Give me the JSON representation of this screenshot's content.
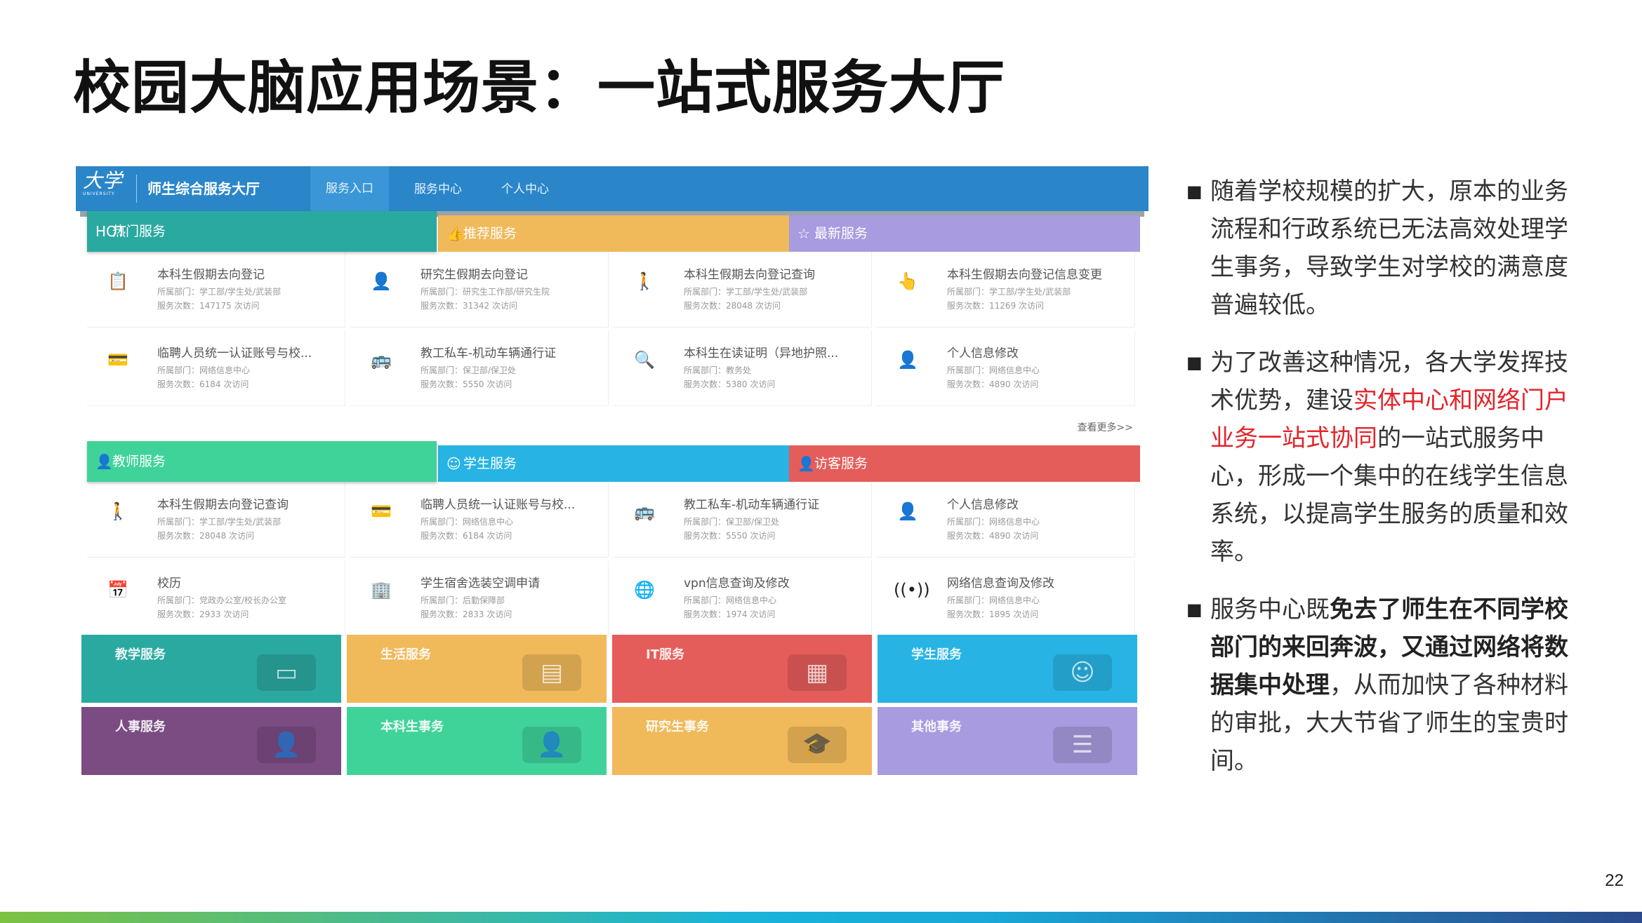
{
  "slide": {
    "title": "校园大脑应用场景：一站式服务大厅",
    "page_number": "22"
  },
  "portal": {
    "logo_text": "大学",
    "logo_sub": "UNIVERSITY",
    "title": "师生综合服务大厅",
    "nav_tabs": [
      "服务入口",
      "服务中心",
      "个人中心"
    ],
    "top_tabs": [
      {
        "label": "热门服务",
        "icon_text": "HOT",
        "color": "#2aa9a1"
      },
      {
        "label": "推荐服务",
        "icon_text": "👍",
        "color": "#f0b95a"
      },
      {
        "label": "最新服务",
        "icon_text": "☆",
        "color": "#a89be0"
      }
    ],
    "top_services": [
      {
        "name": "本科生假期去向登记",
        "dept": "所属部门：学工部/学生处/武装部",
        "count": "服务次数：147175 次访问",
        "icon": "📋"
      },
      {
        "name": "研究生假期去向登记",
        "dept": "所属部门：研究生工作部/研究生院",
        "count": "服务次数：31342 次访问",
        "icon": "👤"
      },
      {
        "name": "本科生假期去向登记查询",
        "dept": "所属部门：学工部/学生处/武装部",
        "count": "服务次数：28048 次访问",
        "icon": "🚶"
      },
      {
        "name": "本科生假期去向登记信息变更",
        "dept": "所属部门：学工部/学生处/武装部",
        "count": "服务次数：11269 次访问",
        "icon": "👆"
      },
      {
        "name": "临聘人员统一认证账号与校...",
        "dept": "所属部门：网络信息中心",
        "count": "服务次数：6184 次访问",
        "icon": "💳"
      },
      {
        "name": "教工私车-机动车辆通行证",
        "dept": "所属部门：保卫部/保卫处",
        "count": "服务次数：5550 次访问",
        "icon": "🚌"
      },
      {
        "name": "本科生在读证明（异地护照...",
        "dept": "所属部门：教务处",
        "count": "服务次数：5380 次访问",
        "icon": "🔍"
      },
      {
        "name": "个人信息修改",
        "dept": "所属部门：网络信息中心",
        "count": "服务次数：4890 次访问",
        "icon": "👤"
      }
    ],
    "more_link": "查看更多>>",
    "bottom_tabs": [
      {
        "label": "教师服务",
        "icon_text": "👤",
        "color": "#3fd39a"
      },
      {
        "label": "学生服务",
        "icon_text": "☺",
        "color": "#27b4e4"
      },
      {
        "label": "访客服务",
        "icon_text": "👤",
        "color": "#e45d5a"
      }
    ],
    "bottom_services": [
      {
        "name": "本科生假期去向登记查询",
        "dept": "所属部门：学工部/学生处/武装部",
        "count": "服务次数：28048 次访问",
        "icon": "🚶"
      },
      {
        "name": "临聘人员统一认证账号与校...",
        "dept": "所属部门：网络信息中心",
        "count": "服务次数：6184 次访问",
        "icon": "💳"
      },
      {
        "name": "教工私车-机动车辆通行证",
        "dept": "所属部门：保卫部/保卫处",
        "count": "服务次数：5550 次访问",
        "icon": "🚌"
      },
      {
        "name": "个人信息修改",
        "dept": "所属部门：网络信息中心",
        "count": "服务次数：4890 次访问",
        "icon": "👤"
      },
      {
        "name": "校历",
        "dept": "所属部门：党政办公室/校长办公室",
        "count": "服务次数：2933 次访问",
        "icon": "📅"
      },
      {
        "name": "学生宿舍选装空调申请",
        "dept": "所属部门：后勤保障部",
        "count": "服务次数：2833 次访问",
        "icon": "🏢"
      },
      {
        "name": "vpn信息查询及修改",
        "dept": "所属部门：网络信息中心",
        "count": "服务次数：1974 次访问",
        "icon": "🌐"
      },
      {
        "name": "网络信息查询及修改",
        "dept": "所属部门：网络信息中心",
        "count": "服务次数：1895 次访问",
        "icon": "((•))"
      }
    ],
    "tiles": [
      {
        "label": "教学服务",
        "color": "#2aa9a1",
        "icon": "▭"
      },
      {
        "label": "生活服务",
        "color": "#f0b95a",
        "icon": "▤"
      },
      {
        "label": "IT服务",
        "color": "#e45d5a",
        "icon": "▦"
      },
      {
        "label": "学生服务",
        "color": "#27b4e4",
        "icon": "☺"
      },
      {
        "label": "人事服务",
        "color": "#7a4c82",
        "icon": "👤"
      },
      {
        "label": "本科生事务",
        "color": "#3fd39a",
        "icon": "👤"
      },
      {
        "label": "研究生事务",
        "color": "#f0b95a",
        "icon": "🎓"
      },
      {
        "label": "其他事务",
        "color": "#a89be0",
        "icon": "☰"
      }
    ]
  },
  "bullets": {
    "b1": "随着学校规模的扩大，原本的业务流程和行政系统已无法高效处理学生事务，导致学生对学校的满意度普遍较低。",
    "b2_pre": "为了改善这种情况，各大学发挥技术优势，建设",
    "b2_highlight": "实体中心和网络门户业务一站式协同",
    "b2_post": "的一站式服务中心，形成一个集中的在线学生信息系统，以提高学生服务的质量和效率。",
    "b3_pre": "服务中心既",
    "b3_bold": "免去了师生在不同学校部门的来回奔波，又通过网络将数据集中处理",
    "b3_post": "，从而加快了各种材料的审批，大大节省了师生的宝贵时间。",
    "marker": "■"
  }
}
